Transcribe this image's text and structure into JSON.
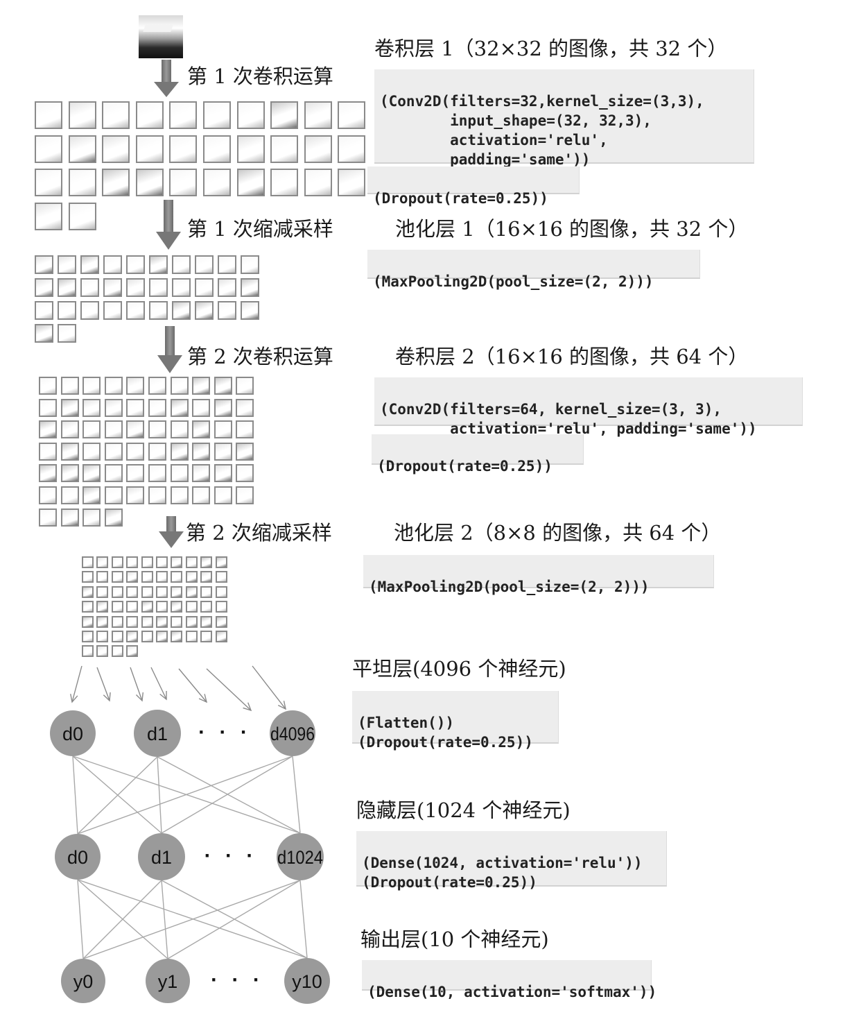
{
  "steps": {
    "conv1": "第 1 次卷积运算",
    "pool1": "第  1  次缩减采样",
    "conv2": "第  2  次卷积运算",
    "pool2": "第  2  次缩减采样"
  },
  "layers": {
    "conv1_title": "卷积层 1（32×32 的图像，共 32 个）",
    "pool1_title": "池化层  1（16×16 的图像，共 32 个）",
    "conv2_title": "卷积层 2（16×16 的图像，共 64 个）",
    "pool2_title": "池化层  2（8×8 的图像，共 64 个）",
    "flatten_title": "平坦层(4096  个神经元)",
    "hidden_title": "隐藏层(1024 个神经元)",
    "output_title": "输出层(10 个神经元)"
  },
  "code": {
    "conv1": [
      "(Conv2D(filters=32,kernel_size=(3,3),",
      "        input_shape=(32, 32,3),",
      "        activation='relu',",
      "        padding='same'))"
    ],
    "dropout1": "(Dropout(rate=0.25))",
    "pool1": "(MaxPooling2D(pool_size=(2, 2)))",
    "conv2": [
      "(Conv2D(filters=64, kernel_size=(3, 3),",
      "        activation='relu', padding='same'))"
    ],
    "dropout2": "(Dropout(rate=0.25))",
    "pool2": "(MaxPooling2D(pool_size=(2, 2)))",
    "flatten": [
      "(Flatten())",
      "(Dropout(rate=0.25))"
    ],
    "hidden": [
      "(Dense(1024, activation='relu'))",
      "(Dropout(rate=0.25))"
    ],
    "output": "(Dense(10, activation='softmax'))"
  },
  "network": {
    "flatten_nodes": [
      "d0",
      "d1",
      "d4096"
    ],
    "hidden_nodes": [
      "d0",
      "d1",
      "d1024"
    ],
    "output_nodes": [
      "y0",
      "y1",
      "y10"
    ],
    "ellipsis": "· · ·",
    "node_color": "#9a9a9a",
    "line_color": "#a8a8a8"
  },
  "grids": {
    "conv1_count": 32,
    "pool1_count": 32,
    "conv2_count": 64,
    "pool2_count": 64
  }
}
